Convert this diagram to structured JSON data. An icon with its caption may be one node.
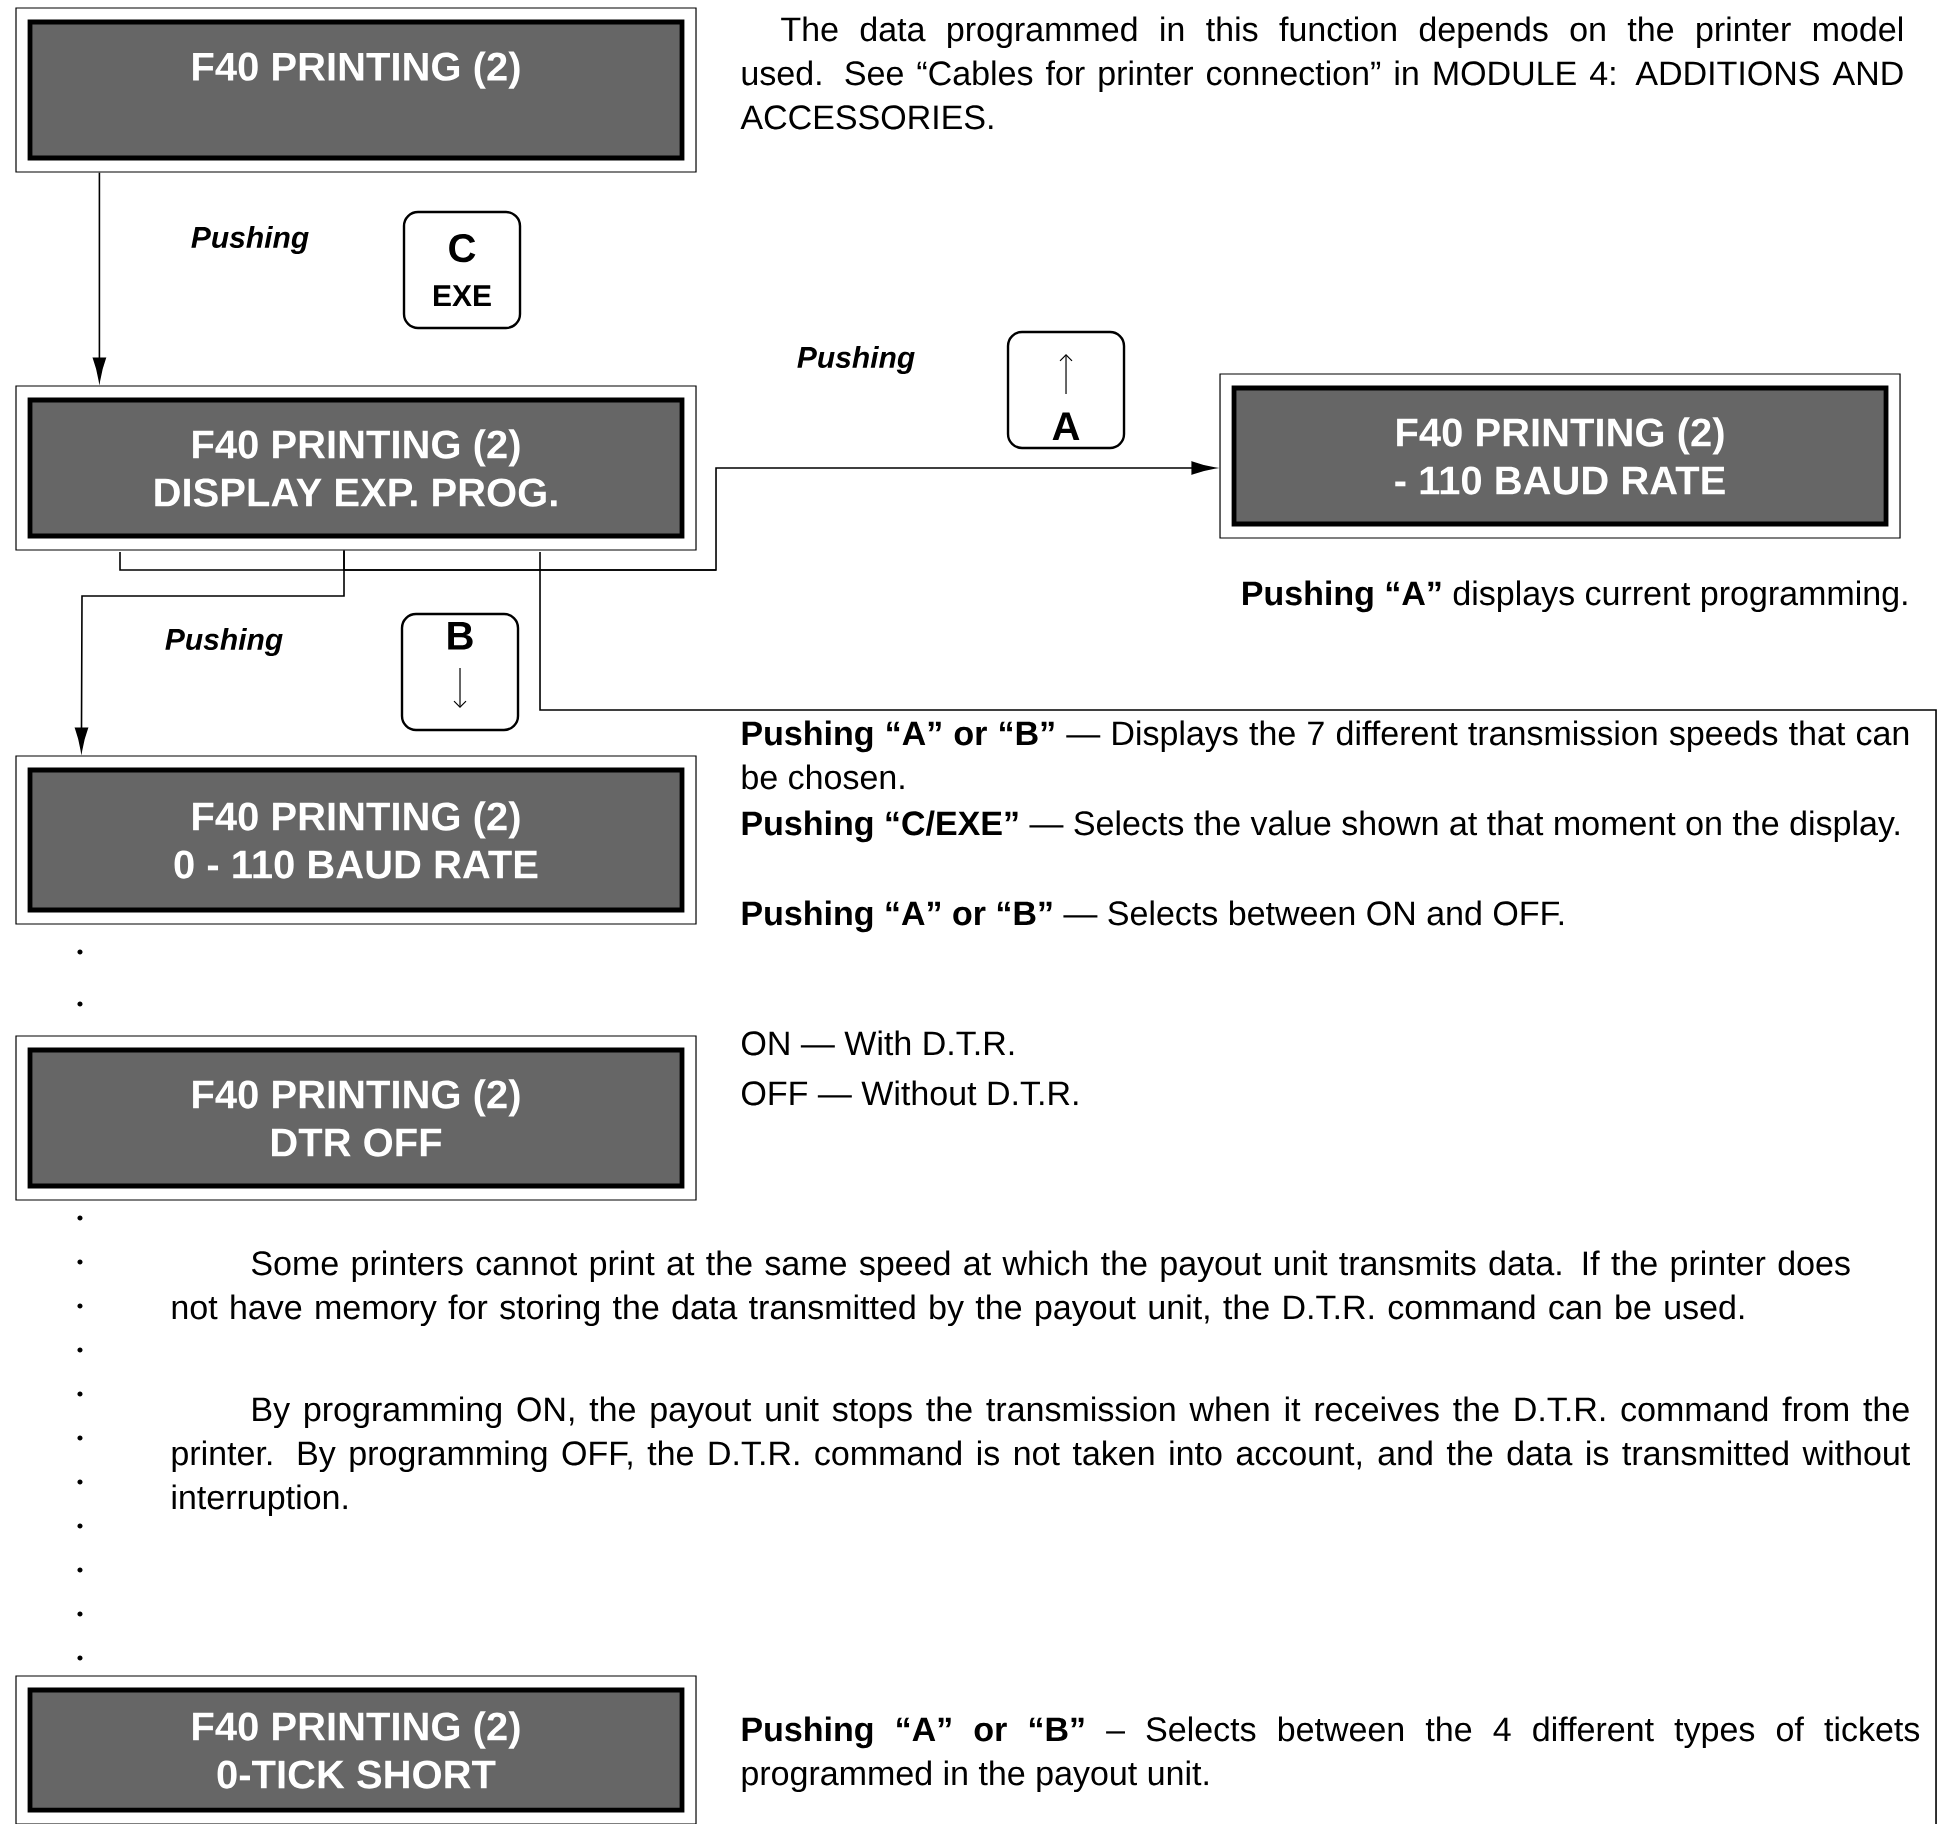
{
  "diagram": {
    "nodes": [
      {
        "text": [
          "F40 PRINTING (2)"
        ]
      },
      {
        "text": [
          "F40 PRINTING (2)",
          "DISPLAY EXP. PROG."
        ]
      },
      {
        "text": [
          "F40 PRINTING (2)",
          "- 110 BAUD RATE"
        ]
      },
      {
        "text": [
          "F40 PRINTING (2)",
          "0 - 110 BAUD RATE"
        ]
      },
      {
        "text": [
          "F40 PRINTING (2)",
          "DTR OFF"
        ]
      },
      {
        "text": [
          "F40 PRINTING (2)",
          "0-TICK SHORT"
        ]
      },
      {
        "text": [
          "C",
          "EXE"
        ]
      },
      {
        "text": [
          "A"
        ]
      },
      {
        "text": [
          "B"
        ]
      }
    ],
    "edges": [
      {
        "from": 0,
        "to": 1,
        "arrow": "to",
        "label": "Pushing"
      },
      {
        "from": 1,
        "to": 2,
        "arrow": "to",
        "label": "Pushing"
      },
      {
        "from": 1,
        "to": 3,
        "arrow": "to",
        "label": "Pushing"
      }
    ],
    "labels": [
      "The data programmed in this function depends on the printer model used. See “Cables for printer connection” in MODULE 4: ADDITIONS AND ACCESSORIES.",
      "**Pushing “A”** displays current programming.",
      "**Pushing “A” or “B”** — Displays the 7 different transmission speeds that can be chosen.",
      "**Pushing “C/EXE”** — Selects the value shown at that moment on the display.",
      "**Pushing “A” or “B”** — Selects between ON and OFF.",
      "ON — With D.T.R.",
      "OFF — Without D.T.R.",
      "Some printers cannot print at the same speed at which the payout unit transmits data. If the printer does not have memory for storing the data transmitted by the payout unit, the D.T.R. command can be used.",
      "By programming ON, the payout unit stops the transmission when it receives the D.T.R. command from the printer. By programming OFF, the D.T.R. command is not taken into account, and the data is transmitted without interruption.",
      "**Pushing “A” or “B”** – Selects between the 4 different types of tickets programmed in the payout unit."
    ]
  }
}
